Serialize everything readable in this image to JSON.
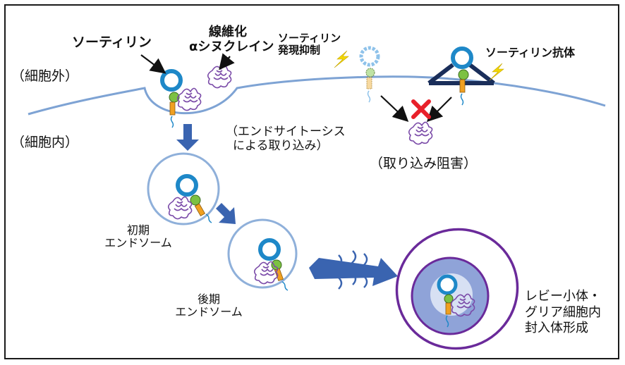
{
  "labels": {
    "sortilin": "ソーティリン",
    "fibril_line1": "線維化",
    "fibril_line2": "αシヌクレイン",
    "extracellular": "（細胞外）",
    "intracellular": "（細胞内）",
    "sortilin_suppress_line1": "ソーティリン",
    "sortilin_suppress_line2": "発現抑制",
    "antibody": "ソーティリン抗体",
    "endocytosis_line1": "（エンドサイトーシス",
    "endocytosis_line2": "による取り込み）",
    "inhibition": "（取り込み阻害）",
    "early_line1": "初期",
    "early_line2": "エンドソーム",
    "late_line1": "後期",
    "late_line2": "エンドソーム",
    "lewy_line1": "レビー小体・",
    "lewy_line2": "グリア細胞内",
    "lewy_line3": "封入体形成"
  },
  "colors": {
    "sortilin_ring": "#1e88c8",
    "green_domain": "#7cc142",
    "orange_domain": "#f0a020",
    "synuclein": "#7a4aa8",
    "membrane": "#7ea3d4",
    "arrow_blue": "#3a64b0",
    "cross_red": "#e8202a",
    "lightning": "#f2d700",
    "antibody": "#1a2e5a",
    "inclusion_outer": "#6a2a9a",
    "inclusion_fill": "#8fa3d8"
  },
  "icons": [
    "lightning-icon",
    "cross-icon",
    "squiggle-icon"
  ]
}
